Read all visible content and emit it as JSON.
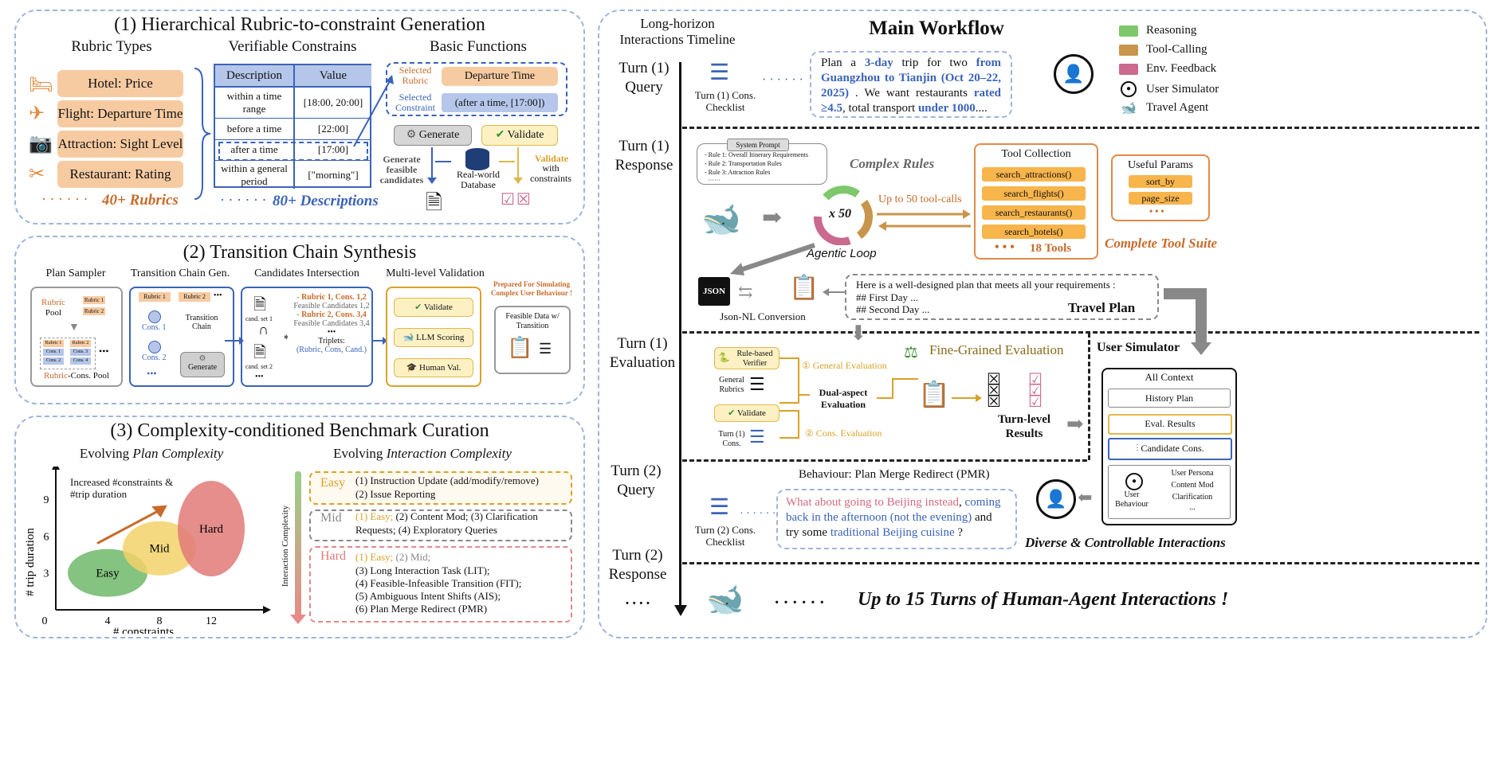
{
  "panel1": {
    "title": "(1)  Hierarchical Rubric-to-constraint Generation",
    "rubric_types_hdr": "Rubric Types",
    "constraints_hdr": "Verifiable Constrains",
    "functions_hdr": "Basic Functions",
    "rubrics": [
      "Hotel: Price",
      "Flight: Departure Time",
      "Attraction: Sight Level",
      "Restaurant: Rating"
    ],
    "rubric_more": "40+ Rubrics",
    "dots": "· · · · · ·",
    "table_headers": [
      "Description",
      "Value"
    ],
    "table_rows": [
      [
        "within a time range",
        "[18:00, 20:00]"
      ],
      [
        "before a time",
        "[22:00]"
      ],
      [
        "after a time",
        "[17:00]"
      ],
      [
        "within a general period",
        "[\"morning\"]"
      ]
    ],
    "desc_more": "80+ Descriptions",
    "selected_rubric_label": "Selected Rubric",
    "selected_rubric_value": "Departure Time",
    "selected_constraint_label": "Selected Constraint",
    "selected_constraint_value": "(after a time, [17:00])",
    "generate": "Generate",
    "validate": "Validate",
    "generate_desc": "Generate feasible candidates",
    "database": "Real-world Database",
    "validate_desc_1": "Validate",
    "validate_desc_2": "with constraints"
  },
  "panel2": {
    "title": "(2)  Transition Chain Synthesis",
    "hdrs": [
      "Plan Sampler",
      "Transition Chain Gen.",
      "Candidates Intersection",
      "Multi-level Validation"
    ],
    "rubric_pool_1": "Rubric",
    "rubric_pool_2": "Pool",
    "rubric1": "Rubric 1",
    "rubric2": "Rubric 2",
    "cons1": "Cons. 1",
    "cons2": "Cons. 2",
    "cons3": "Cons. 3",
    "cons4": "Cons. 4",
    "pool_label_a": "Rubric",
    "pool_label_b": "-Cons. Pool",
    "transition_chain": "Transition Chain",
    "generate": "Generate",
    "cand_set1": "cand. set 1",
    "cand_set2": "cand. set 2",
    "intersect_1a": "- Rubric 1, Cons. 1,2",
    "intersect_1b": "Feasible Candidates 1,2",
    "intersect_2a": "- Rubric 2, Cons. 3,4",
    "intersect_2b": "Feasible Candidates 3,4",
    "triplets": "Triplets:",
    "triplets_val": "(Rubric, Cons, Cand.)",
    "val_items": [
      "Validate",
      "LLM Scoring",
      "Human Val."
    ],
    "prepared_1": "Prepared For Simulating",
    "prepared_2": "Complex User Behaviour !",
    "feasible_data": "Feasible Data w/ Transition"
  },
  "panel3": {
    "title": "(3)  Complexity-conditioned Benchmark Curation",
    "left_hdr_a": "Evolving ",
    "left_hdr_b": "Plan Complexity",
    "right_hdr_a": "Evolving ",
    "right_hdr_b": "Interaction Complexity",
    "annotation": "Increased #constraints & #trip duration",
    "ylabel": "# trip duration",
    "xlabel": "# constraints",
    "yaxis_label": "Interaction Complexity",
    "easy": {
      "label": "Easy",
      "lines": [
        "(1) Instruction Update (add/modify/remove)",
        "(2) Issue Reporting"
      ]
    },
    "mid": {
      "label": "Mid",
      "lines_a": "(1) Easy;",
      "lines_b": " (2) Content Mod; (3) Clarification",
      "lines_c": "Requests; (4) Exploratory Queries"
    },
    "hard": {
      "label": "Hard",
      "l1a": "(1) Easy;",
      "l1b": " (2) Mid;",
      "lines": [
        "(3) Long Interaction Task (LIT);",
        "(4) Feasible-Infeasible Transition (FIT);",
        "(5) Ambiguous Intent Shifts (AIS);",
        "(6) Plan Merge Redirect (PMR)"
      ]
    }
  },
  "chart_data": {
    "type": "scatter",
    "title": "",
    "xlabel": "# constraints",
    "ylabel": "# trip duration",
    "x_ticks": [
      "0",
      "4",
      "8",
      "12"
    ],
    "y_ticks": [
      "3",
      "6",
      "9"
    ],
    "series": [
      {
        "name": "Easy",
        "x": 4,
        "y": 3,
        "color": "#6fb86a"
      },
      {
        "name": "Mid",
        "x": 8,
        "y": 5,
        "color": "#f2d26a"
      },
      {
        "name": "Hard",
        "x": 12,
        "y": 6.6,
        "color": "#e07a78"
      }
    ]
  },
  "right": {
    "timeline_hdr": "Long-horizon Interactions Timeline",
    "main_title": "Main Workflow",
    "legend": [
      {
        "label": "Reasoning",
        "color": "#7dc86a"
      },
      {
        "label": "Tool-Calling",
        "color": "#c8954c"
      },
      {
        "label": "Env. Feedback",
        "color": "#c96a8e"
      },
      {
        "label": "User Simulator",
        "icon": "user-icon"
      },
      {
        "label": "Travel Agent",
        "icon": "whale-icon"
      }
    ],
    "turns": [
      "Turn (1) Query",
      "Turn (1) Response",
      "Turn (1) Evaluation",
      "Turn (2) Query",
      "Turn (2) Response",
      "····"
    ],
    "checklist1": "Turn (1) Cons. Checklist",
    "query1": {
      "p1": "Plan a ",
      "b1": "3-day",
      "p2": " trip for two ",
      "b2": "from Guangzhou to Tianjin",
      "p3": " ",
      "b3": "(Oct 20–22, 2025)",
      "p4": " . We want restaurants ",
      "b4": "rated ≥4.5",
      "p5": ", total transport ",
      "b5": "under 1000",
      "p6": "...."
    },
    "system_prompt": "System Prompt",
    "rules": [
      "- Rule 1: Overall Itinerary Requirements",
      "- Rule 2: Transportation Rules",
      "- Rule 3: Attraction Rules",
      "······"
    ],
    "complex_rules": "Complex Rules",
    "x50": "x 50",
    "agentic_loop": "Agentic Loop",
    "tool_calls": "Up to 50 tool-calls",
    "tool_collection": "Tool Collection",
    "tools": [
      "search_attractions()",
      "search_flights()",
      "search_restaurants()",
      "search_hotels()"
    ],
    "tools_more": "18 Tools",
    "useful_params": "Useful Params",
    "params": [
      "sort_by",
      "page_size"
    ],
    "complete_suite": "Complete Tool Suite",
    "json": "JSON",
    "json_conv": "Json-NL Conversion",
    "plan_text": [
      "Here is a well-designed plan that meets all your requirements :",
      "## First Day ...",
      "## Second Day ..."
    ],
    "travel_plan": "Travel Plan",
    "fine_grained": "Fine-Grained Evaluation",
    "rule_verifier": "Rule-based Verifier",
    "general_rubrics": "General Rubrics",
    "validate": "Validate",
    "turn1_cons": "Turn (1) Cons.",
    "general_eval": "① General Evaluation",
    "cons_eval": "② Cons. Evaluation",
    "dual_aspect": "Dual-aspect Evaluation",
    "turn_level": "Turn-level Results",
    "user_simulator": "User Simulator",
    "all_context": "All Context",
    "context_items": [
      "History Plan",
      "Eval. Results",
      "Candidate Cons."
    ],
    "user_behaviour": "User Behaviour",
    "behaviour_items": [
      "User Persona",
      "Content Mod",
      "Clarification",
      "..."
    ],
    "behaviour_hdr": "Behaviour: Plan Merge Redirect (PMR)",
    "checklist2": "Turn (2) Cons. Checklist",
    "query2": {
      "a": "What about going to Beijing instead",
      "b": ", ",
      "c": "coming back in the afternoon (not the evening)",
      "d": " and try some ",
      "e": "traditional Beijing cuisine",
      "f": " ?"
    },
    "diverse": "Diverse & Controllable Interactions",
    "up_to_15": "Up to 15 Turns of Human-Agent Interactions !",
    "dots": "······",
    "dots_small": "· · · · · ·"
  }
}
